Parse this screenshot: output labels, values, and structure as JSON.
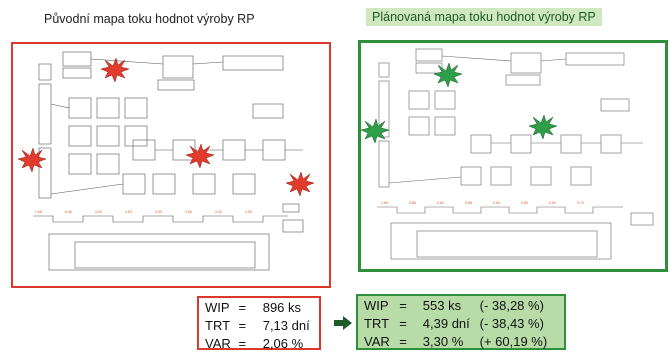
{
  "titles": {
    "original": "Původní mapa toku hodnot výroby RP",
    "planned": "Plánovaná mapa toku hodnot výroby RP"
  },
  "metrics_original": [
    {
      "name": "WIP",
      "eq": "=",
      "value": "896 ks"
    },
    {
      "name": "TRT",
      "eq": "=",
      "value": "7,13 dní"
    },
    {
      "name": "VAR",
      "eq": "=",
      "value": "2,06 %"
    }
  ],
  "metrics_planned": [
    {
      "name": "WIP",
      "eq": "=",
      "value": "553 ks",
      "change": "(- 38,28 %)"
    },
    {
      "name": "TRT",
      "eq": "=",
      "value": "4,39 dní",
      "change": "(- 38,43 %)"
    },
    {
      "name": "VAR",
      "eq": "=",
      "value": "3,30 %",
      "change": "(+ 60,19 %)"
    }
  ],
  "colors": {
    "original_frame": "#d93a2a",
    "planned_frame": "#2f8f3a",
    "planned_box_fill": "#b7dca8",
    "improvement_arrow": "#1f5a2a",
    "kaizen_burst_original": "#e23b2c",
    "kaizen_burst_planned": "#2f9e48"
  },
  "icons": {
    "kaizen_burst": "starburst",
    "transition_arrow": "right-arrow"
  }
}
